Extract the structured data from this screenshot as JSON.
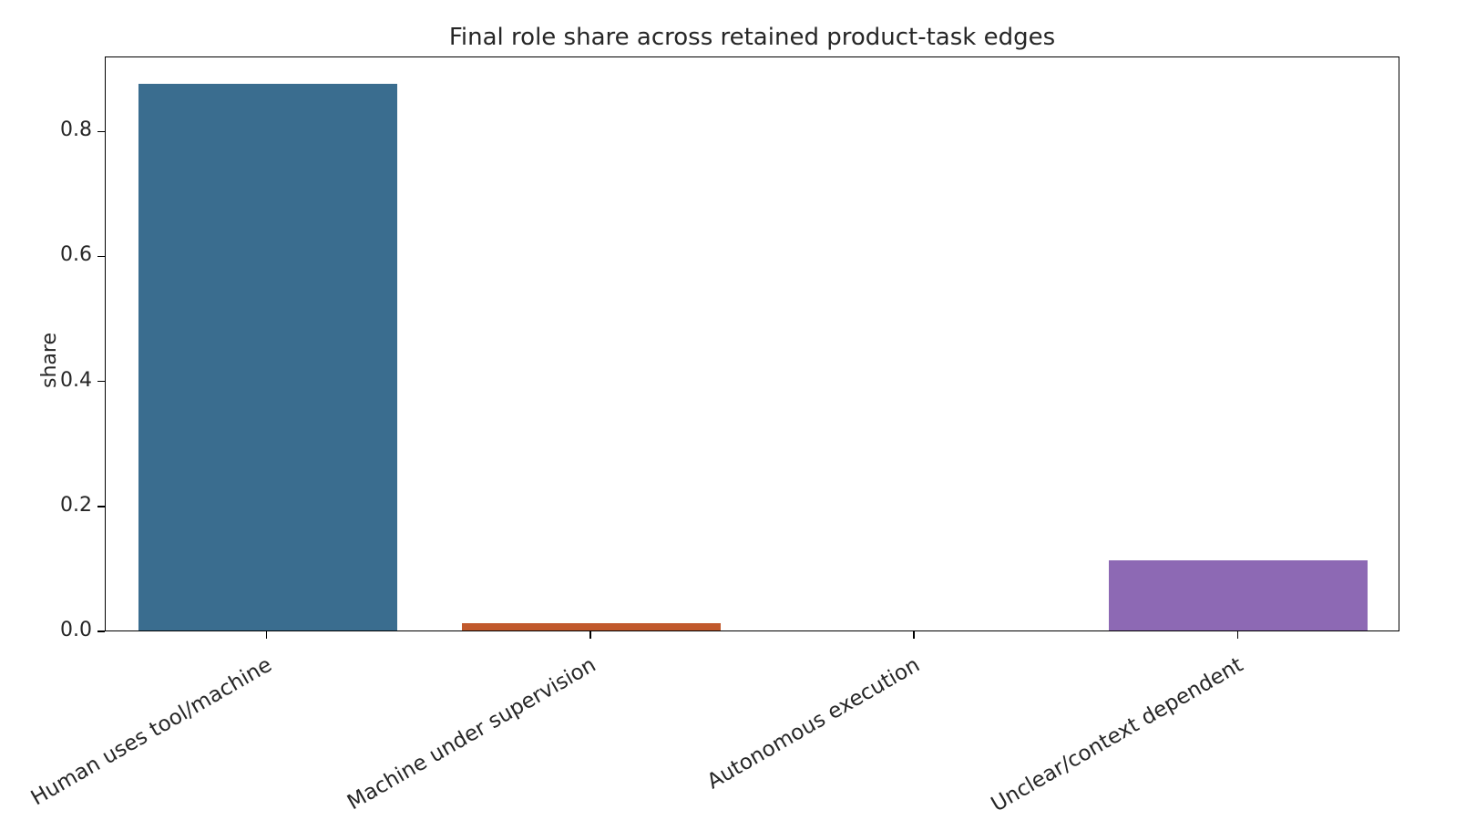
{
  "chart_data": {
    "type": "bar",
    "title": "Final role share across retained product-task edges",
    "xlabel": "",
    "ylabel": "share",
    "categories": [
      "Human uses tool/machine",
      "Machine under supervision",
      "Autonomous execution",
      "Unclear/context dependent"
    ],
    "values": [
      0.875,
      0.012,
      0.0,
      0.113
    ],
    "bar_colors": [
      "#3a6d8f",
      "#c1592c",
      "#4f9356",
      "#8d69b4"
    ],
    "ylim": [
      0,
      0.92
    ],
    "yticks": [
      0.0,
      0.2,
      0.4,
      0.6,
      0.8
    ],
    "ytick_format_decimals": 1,
    "grid": false,
    "legend": null,
    "x_label_rotation_deg": 30
  }
}
